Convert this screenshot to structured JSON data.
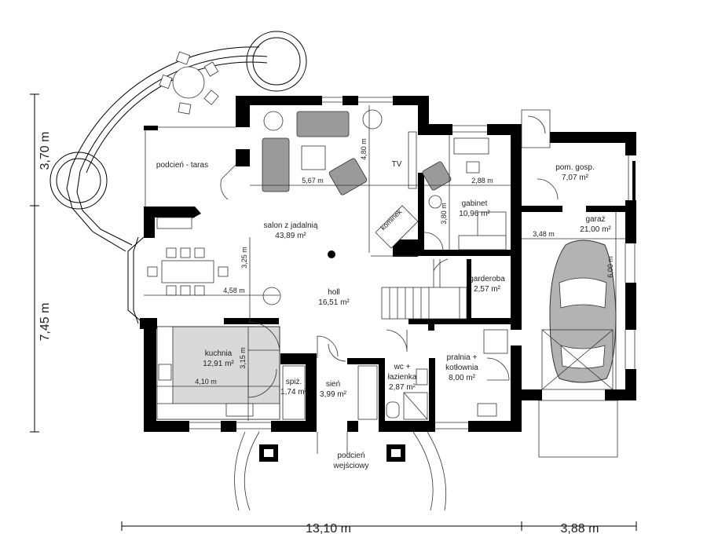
{
  "rooms": {
    "taras": {
      "name": "podcień - taras"
    },
    "salon": {
      "name": "salon z jadalnią",
      "area": "43,89 m²"
    },
    "holl": {
      "name": "holl",
      "area": "16,51 m²"
    },
    "kuchnia": {
      "name": "kuchnia",
      "area": "12,91 m²"
    },
    "spiz": {
      "name": "spiż.",
      "area": "1,74 m²"
    },
    "sien": {
      "name": "sień",
      "area": "3,99 m²"
    },
    "wc": {
      "name_line1": "wc +",
      "name_line2": "łazienka",
      "area": "2,87 m²"
    },
    "pralnia": {
      "name_line1": "pralnia +",
      "name_line2": "kotłownia",
      "area": "8,00 m²"
    },
    "gabinet": {
      "name": "gabinet",
      "area": "10,96 m²"
    },
    "garderoba": {
      "name": "garderoba",
      "area": "2,57 m²"
    },
    "pom_gosp": {
      "name": "pom. gosp.",
      "area": "7,07 m²"
    },
    "garaz": {
      "name": "garaż",
      "area": "21,00 m²"
    },
    "podcien_wejsciowy": {
      "name_line1": "podcień",
      "name_line2": "wejściowy"
    }
  },
  "labels": {
    "tv": "TV",
    "kominek": "kominek"
  },
  "dimensions": {
    "salon_width": "5,67 m",
    "salon_depth": "4,80 m",
    "gabinet_width": "2,88 m",
    "gabinet_depth": "3,80 m",
    "garaz_width": "3,48 m",
    "garaz_depth": "6,00 m",
    "jadalnia_width": "4,58 m",
    "jadalnia_depth": "3,25 m",
    "kuchnia_width": "4,10 m",
    "kuchnia_depth": "3,15 m",
    "overall_left_top": "3,70 m",
    "overall_left_bottom": "7,45 m",
    "overall_bottom_main": "13,10 m",
    "overall_bottom_garage": "3,88 m"
  },
  "colors": {
    "wall": "#000000",
    "kitchen_floor": "#d9d9d9",
    "furniture": "#9a9a9a"
  }
}
